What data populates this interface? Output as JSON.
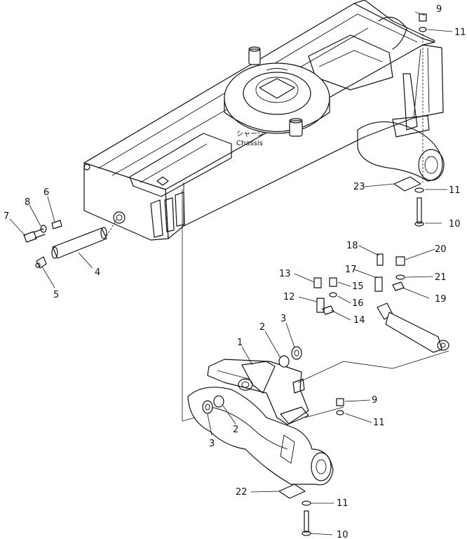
{
  "annotation": {
    "jp": "シャーシ",
    "en": "Chassis"
  },
  "callouts": {
    "c1": "1",
    "c2a": "2",
    "c2b": "2",
    "c3a": "3",
    "c3b": "3",
    "c4": "4",
    "c5": "5",
    "c6": "6",
    "c7": "7",
    "c8": "8",
    "c9a": "9",
    "c9b": "9",
    "c10a": "10",
    "c10b": "10",
    "c11a": "11",
    "c11b": "11",
    "c11c": "11",
    "c11d": "11",
    "c12": "12",
    "c13": "13",
    "c14": "14",
    "c15": "15",
    "c16": "16",
    "c17": "17",
    "c18": "18",
    "c19": "19",
    "c20": "20",
    "c21": "21",
    "c22": "22",
    "c23": "23"
  }
}
